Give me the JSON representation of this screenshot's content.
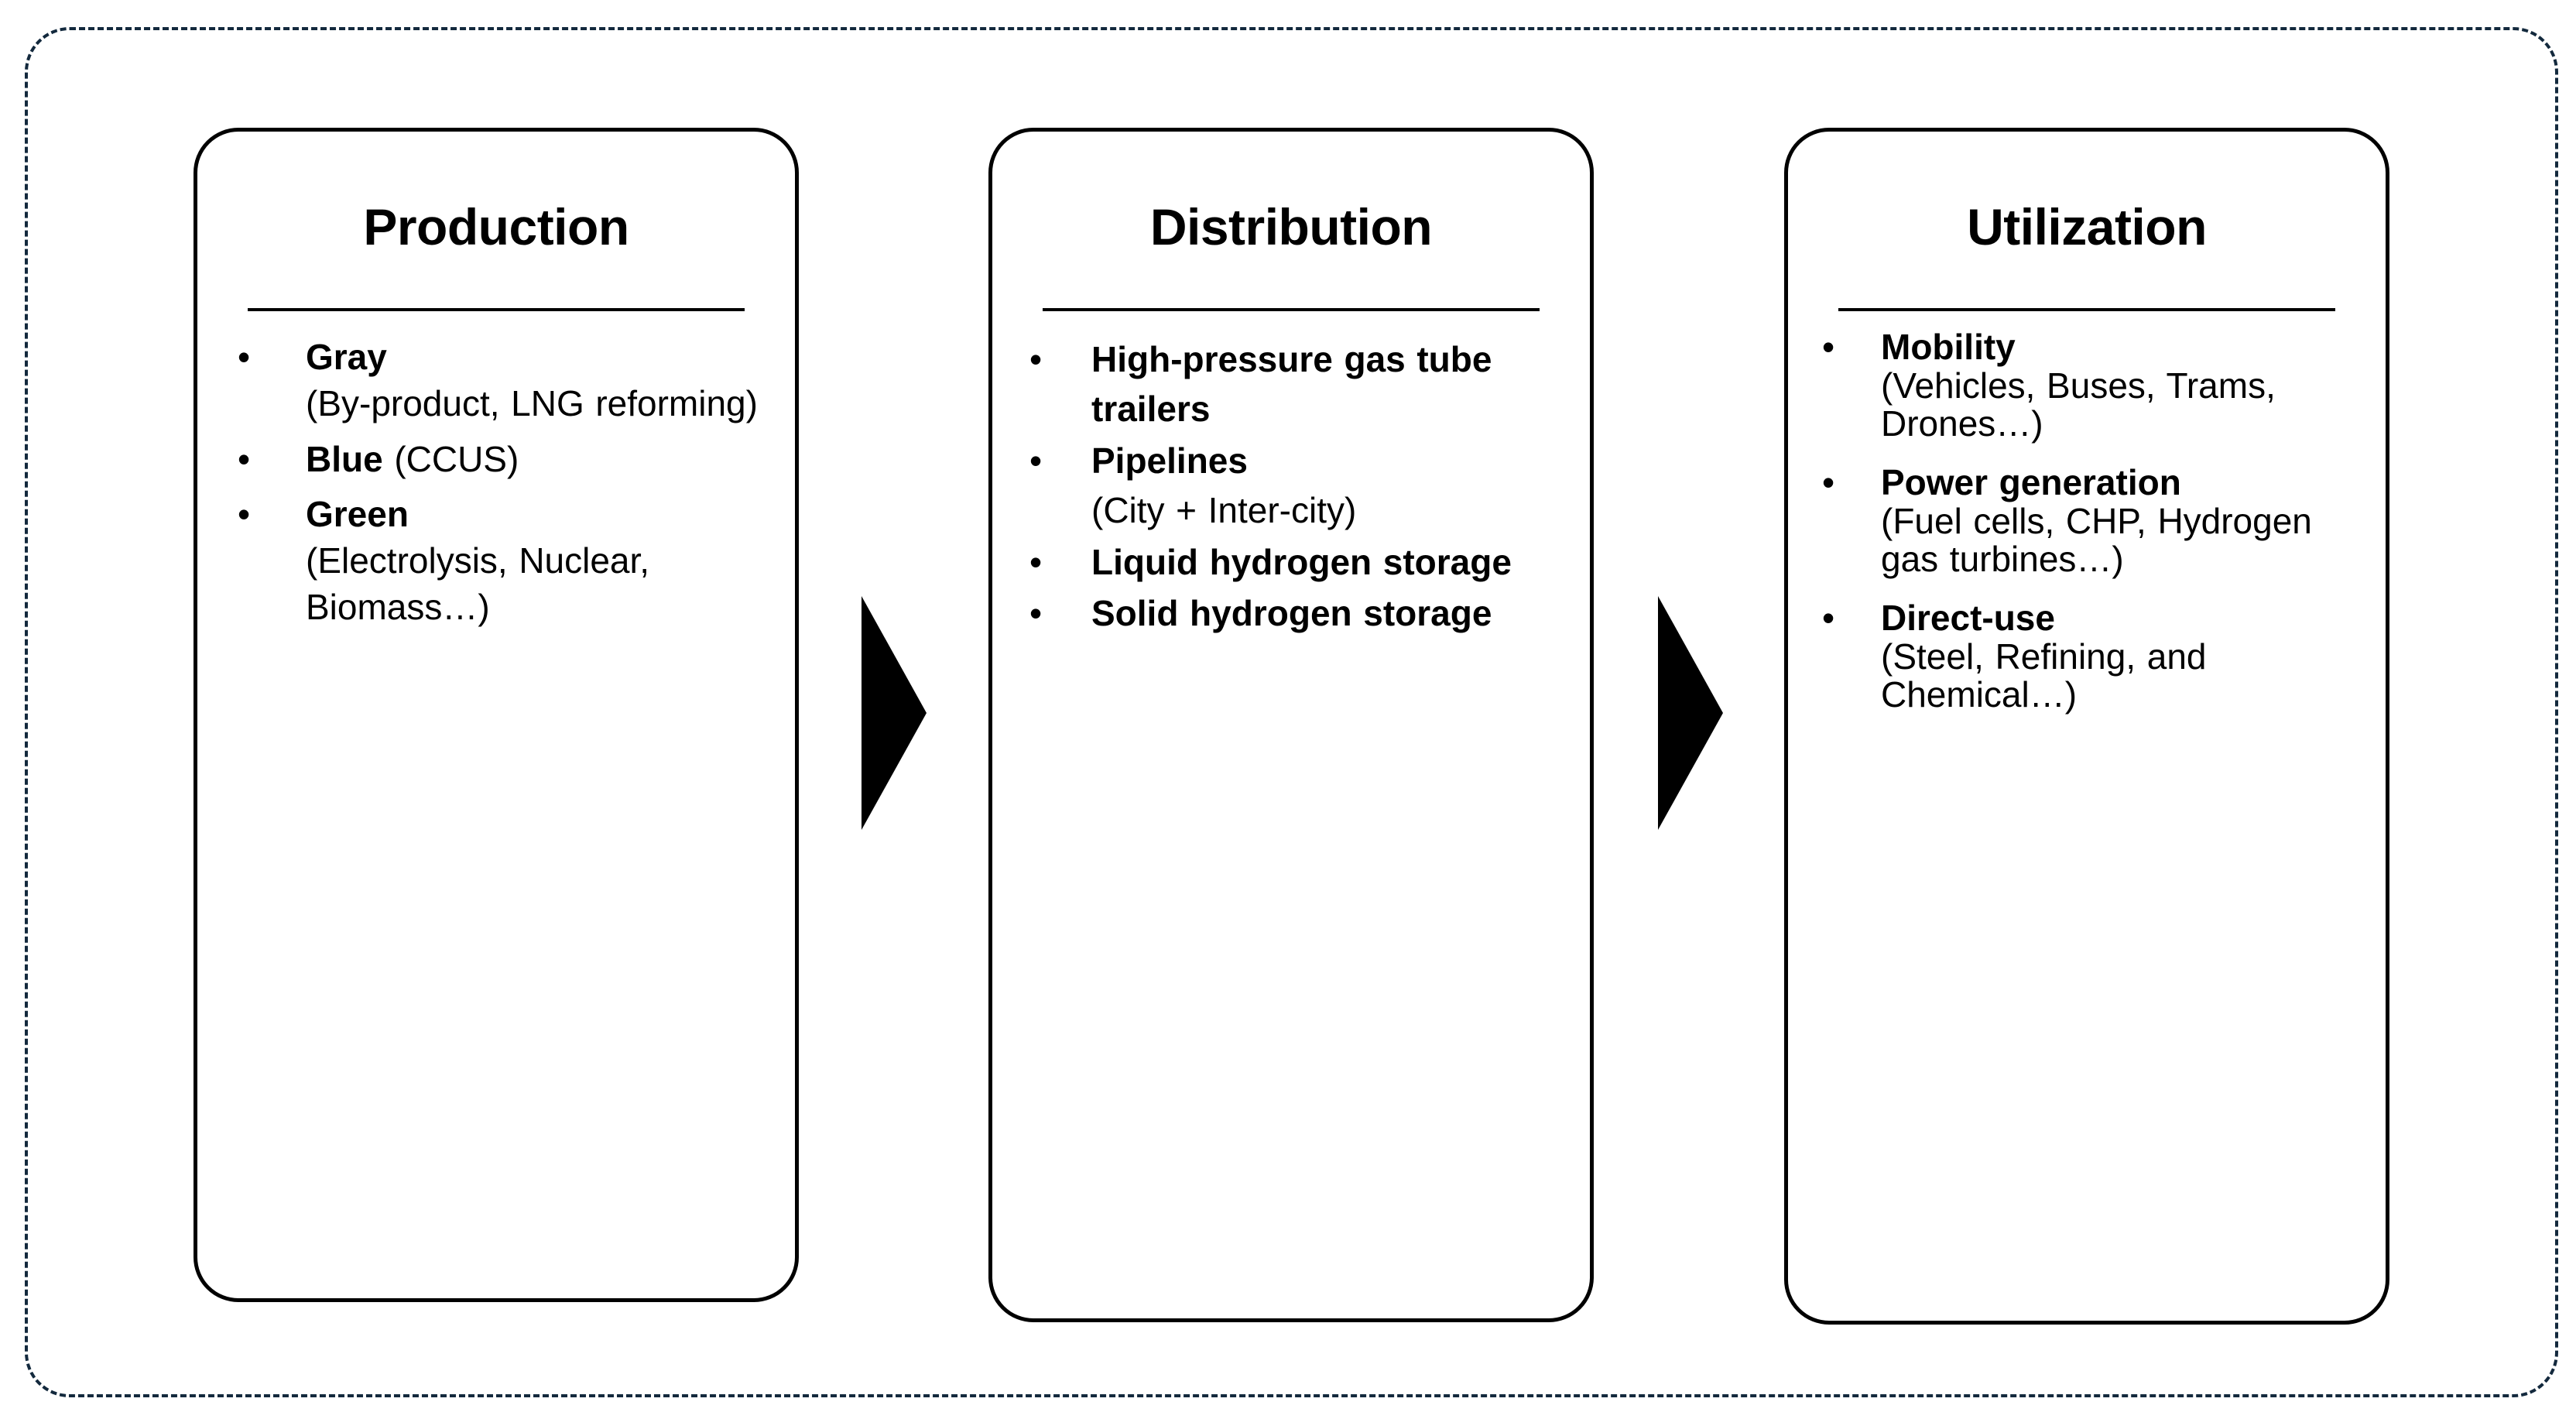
{
  "frame": {
    "border_color": "#13293D",
    "style": "dashed"
  },
  "arrows": [
    {
      "name": "arrow-production-to-distribution",
      "glyph": "right-triangle",
      "color": "#000000"
    },
    {
      "name": "arrow-distribution-to-utilization",
      "glyph": "right-triangle",
      "color": "#000000"
    }
  ],
  "cards": [
    {
      "id": "production",
      "title": "Production",
      "items": [
        {
          "lead": "Gray",
          "detail": "(By-product, LNG reforming)"
        },
        {
          "lead": "Blue",
          "detail": "(CCUS)"
        },
        {
          "lead": "Green",
          "detail": "(Electrolysis, Nuclear, Biomass…)"
        }
      ]
    },
    {
      "id": "distribution",
      "title": "Distribution",
      "items": [
        {
          "lead": "High-pressure gas tube trailers",
          "detail": ""
        },
        {
          "lead": "Pipelines",
          "detail": "(City + Inter-city)"
        },
        {
          "lead": "Liquid hydrogen storage",
          "detail": ""
        },
        {
          "lead": "Solid hydrogen storage",
          "detail": ""
        }
      ]
    },
    {
      "id": "utilization",
      "title": "Utilization",
      "items": [
        {
          "lead": "Mobility",
          "detail": "(Vehicles, Buses, Trams, Drones…)"
        },
        {
          "lead": "Power generation",
          "detail": "(Fuel cells, CHP, Hydrogen gas turbines…)"
        },
        {
          "lead": "Direct-use",
          "detail": "(Steel, Refining, and Chemical…)"
        }
      ]
    }
  ],
  "bullet_glyph": "•"
}
